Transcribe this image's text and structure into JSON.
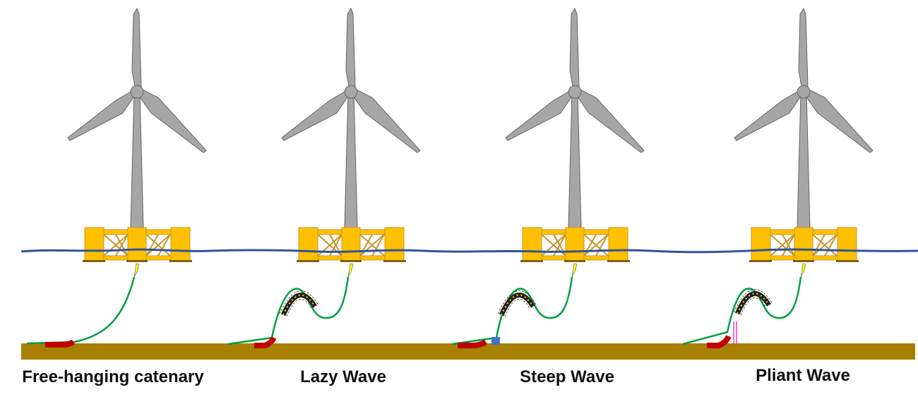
{
  "labels": [
    "Free-hanging catenary",
    "Lazy Wave",
    "Steep Wave",
    "Pliant Wave"
  ],
  "colors": {
    "platform": "#FFC000",
    "turbine": "#A6A6A6",
    "water": "#2F5597",
    "seabed": "#A88000",
    "cable": "#00A040",
    "bend_restrictor": "#C00000",
    "anchor_block": "#4472C4",
    "tether": "#FF33CC"
  }
}
